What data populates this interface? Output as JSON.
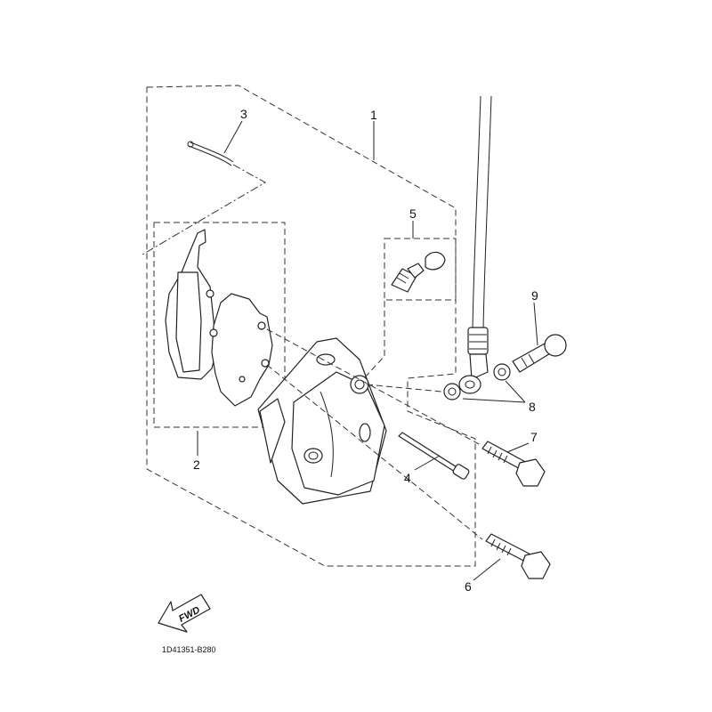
{
  "diagram": {
    "callouts": [
      {
        "id": "1",
        "label": "1"
      },
      {
        "id": "2",
        "label": "2"
      },
      {
        "id": "3",
        "label": "3"
      },
      {
        "id": "4",
        "label": "4"
      },
      {
        "id": "5",
        "label": "5"
      },
      {
        "id": "6",
        "label": "6"
      },
      {
        "id": "7",
        "label": "7"
      },
      {
        "id": "8",
        "label": "8"
      },
      {
        "id": "9",
        "label": "9"
      }
    ],
    "fwd_label": "FWD",
    "drawing_code": "1D41351-B280"
  }
}
